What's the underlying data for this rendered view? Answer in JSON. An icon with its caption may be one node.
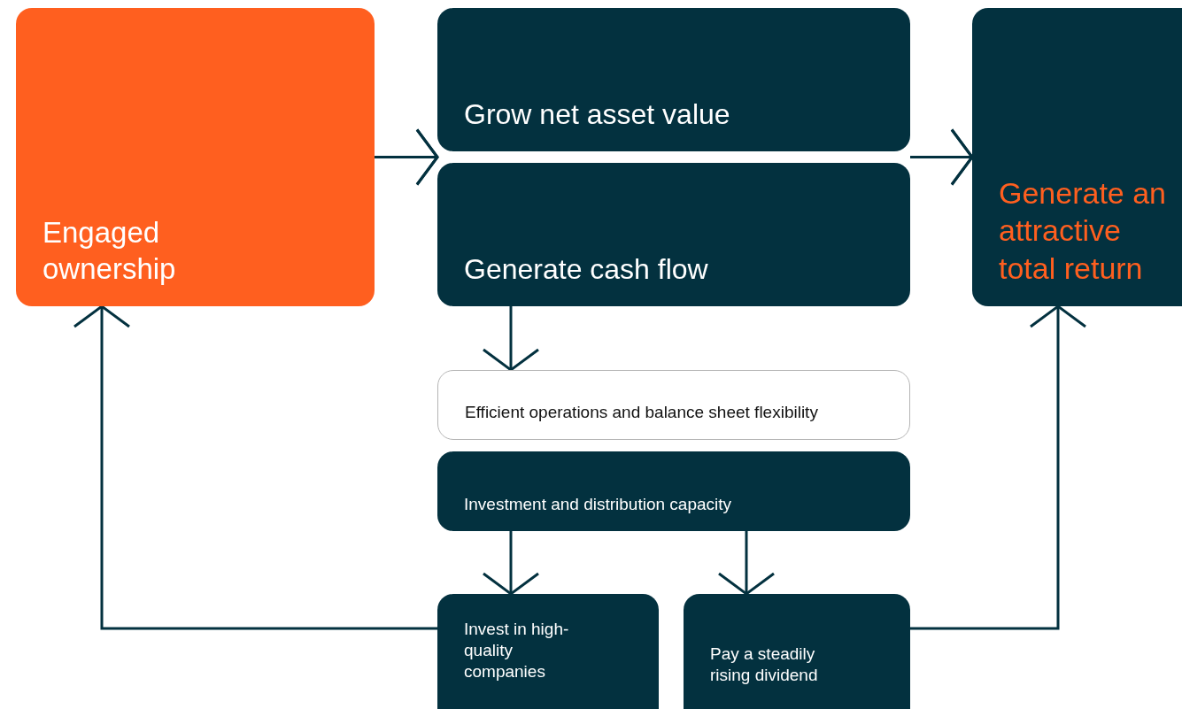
{
  "diagram": {
    "nodes": [
      {
        "text": [
          "Engaged ownership"
        ]
      },
      {
        "text": [
          "Grow net asset value"
        ]
      },
      {
        "text": [
          "Generate cash flow"
        ]
      },
      {
        "text": [
          "Generate an attractive total return"
        ]
      },
      {
        "text": [
          "Efficient operations and balance sheet flexibility"
        ]
      },
      {
        "text": [
          "Investment and distribution capacity"
        ]
      },
      {
        "text": [
          "Invest in high-quality companies"
        ]
      },
      {
        "text": [
          "Pay a steadily rising dividend"
        ]
      }
    ],
    "edges": [
      {
        "from": 0,
        "to": 1,
        "arrow": "to"
      },
      {
        "from": 0,
        "to": 2,
        "arrow": "to"
      },
      {
        "from": 1,
        "to": 3,
        "arrow": "to"
      },
      {
        "from": 2,
        "to": 3,
        "arrow": "to"
      },
      {
        "from": 2,
        "to": 4,
        "arrow": "to"
      },
      {
        "from": 5,
        "to": 6,
        "arrow": "to"
      },
      {
        "from": 5,
        "to": 7,
        "arrow": "to"
      },
      {
        "from": 6,
        "to": 0,
        "arrow": "to"
      },
      {
        "from": 7,
        "to": 3,
        "arrow": "to"
      }
    ]
  }
}
